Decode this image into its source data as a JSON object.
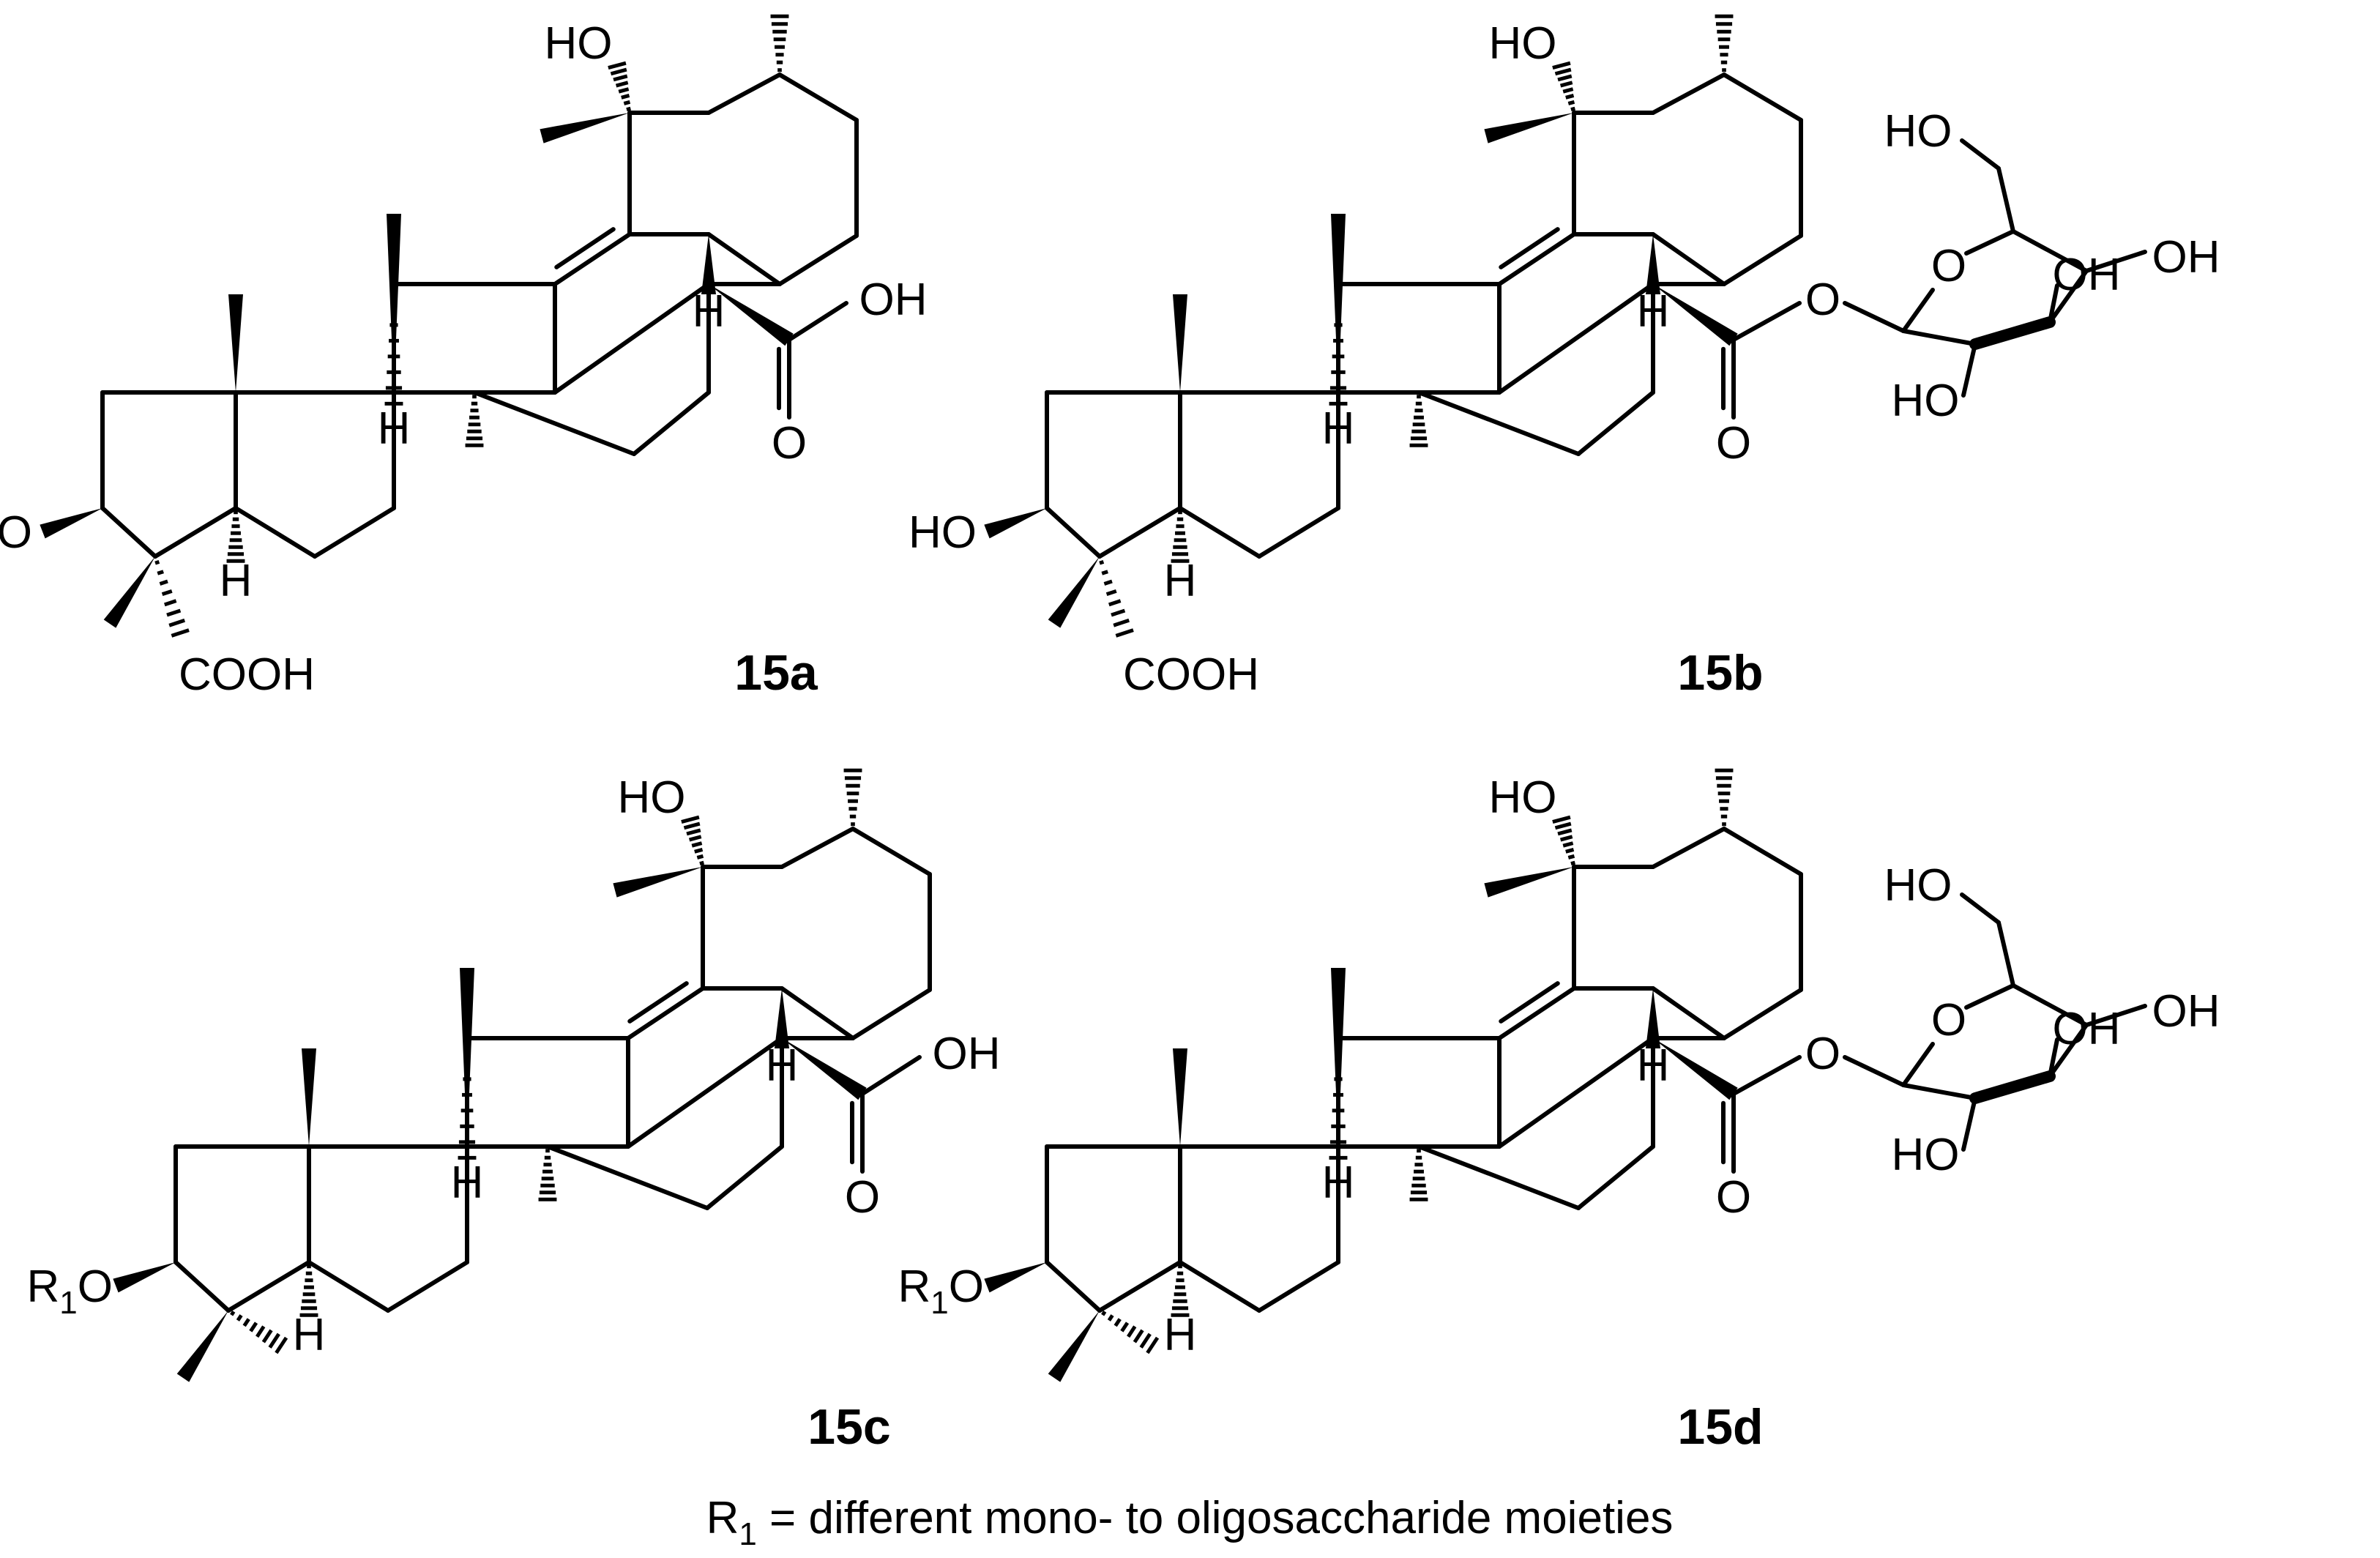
{
  "structures": [
    {
      "id": "15a",
      "label": "15a",
      "r3": "OH",
      "r3_prefix": "HO",
      "c4_sub": "COOH",
      "ester": false
    },
    {
      "id": "15b",
      "label": "15b",
      "r3": "OH",
      "r3_prefix": "HO",
      "c4_sub": "COOH",
      "ester": true
    },
    {
      "id": "15c",
      "label": "15c",
      "r3": "OR1",
      "r3_prefix": "R",
      "r3_sub": "1",
      "r3_suffix": "O",
      "c4_sub": "H",
      "ester": false
    },
    {
      "id": "15d",
      "label": "15d",
      "r3": "OR1",
      "r3_prefix": "R",
      "r3_sub": "1",
      "r3_suffix": "O",
      "c4_sub": "H",
      "ester": true
    }
  ],
  "atom_labels": {
    "hydroxyl_left": "HO",
    "hydroxyl_right": "OH",
    "hydrogen": "H",
    "oxygen": "O",
    "carboxyl": "COOH"
  },
  "caption": {
    "prefix": "R",
    "subscript": "1",
    "text": " = different mono- to oligosaccharide moieties"
  }
}
